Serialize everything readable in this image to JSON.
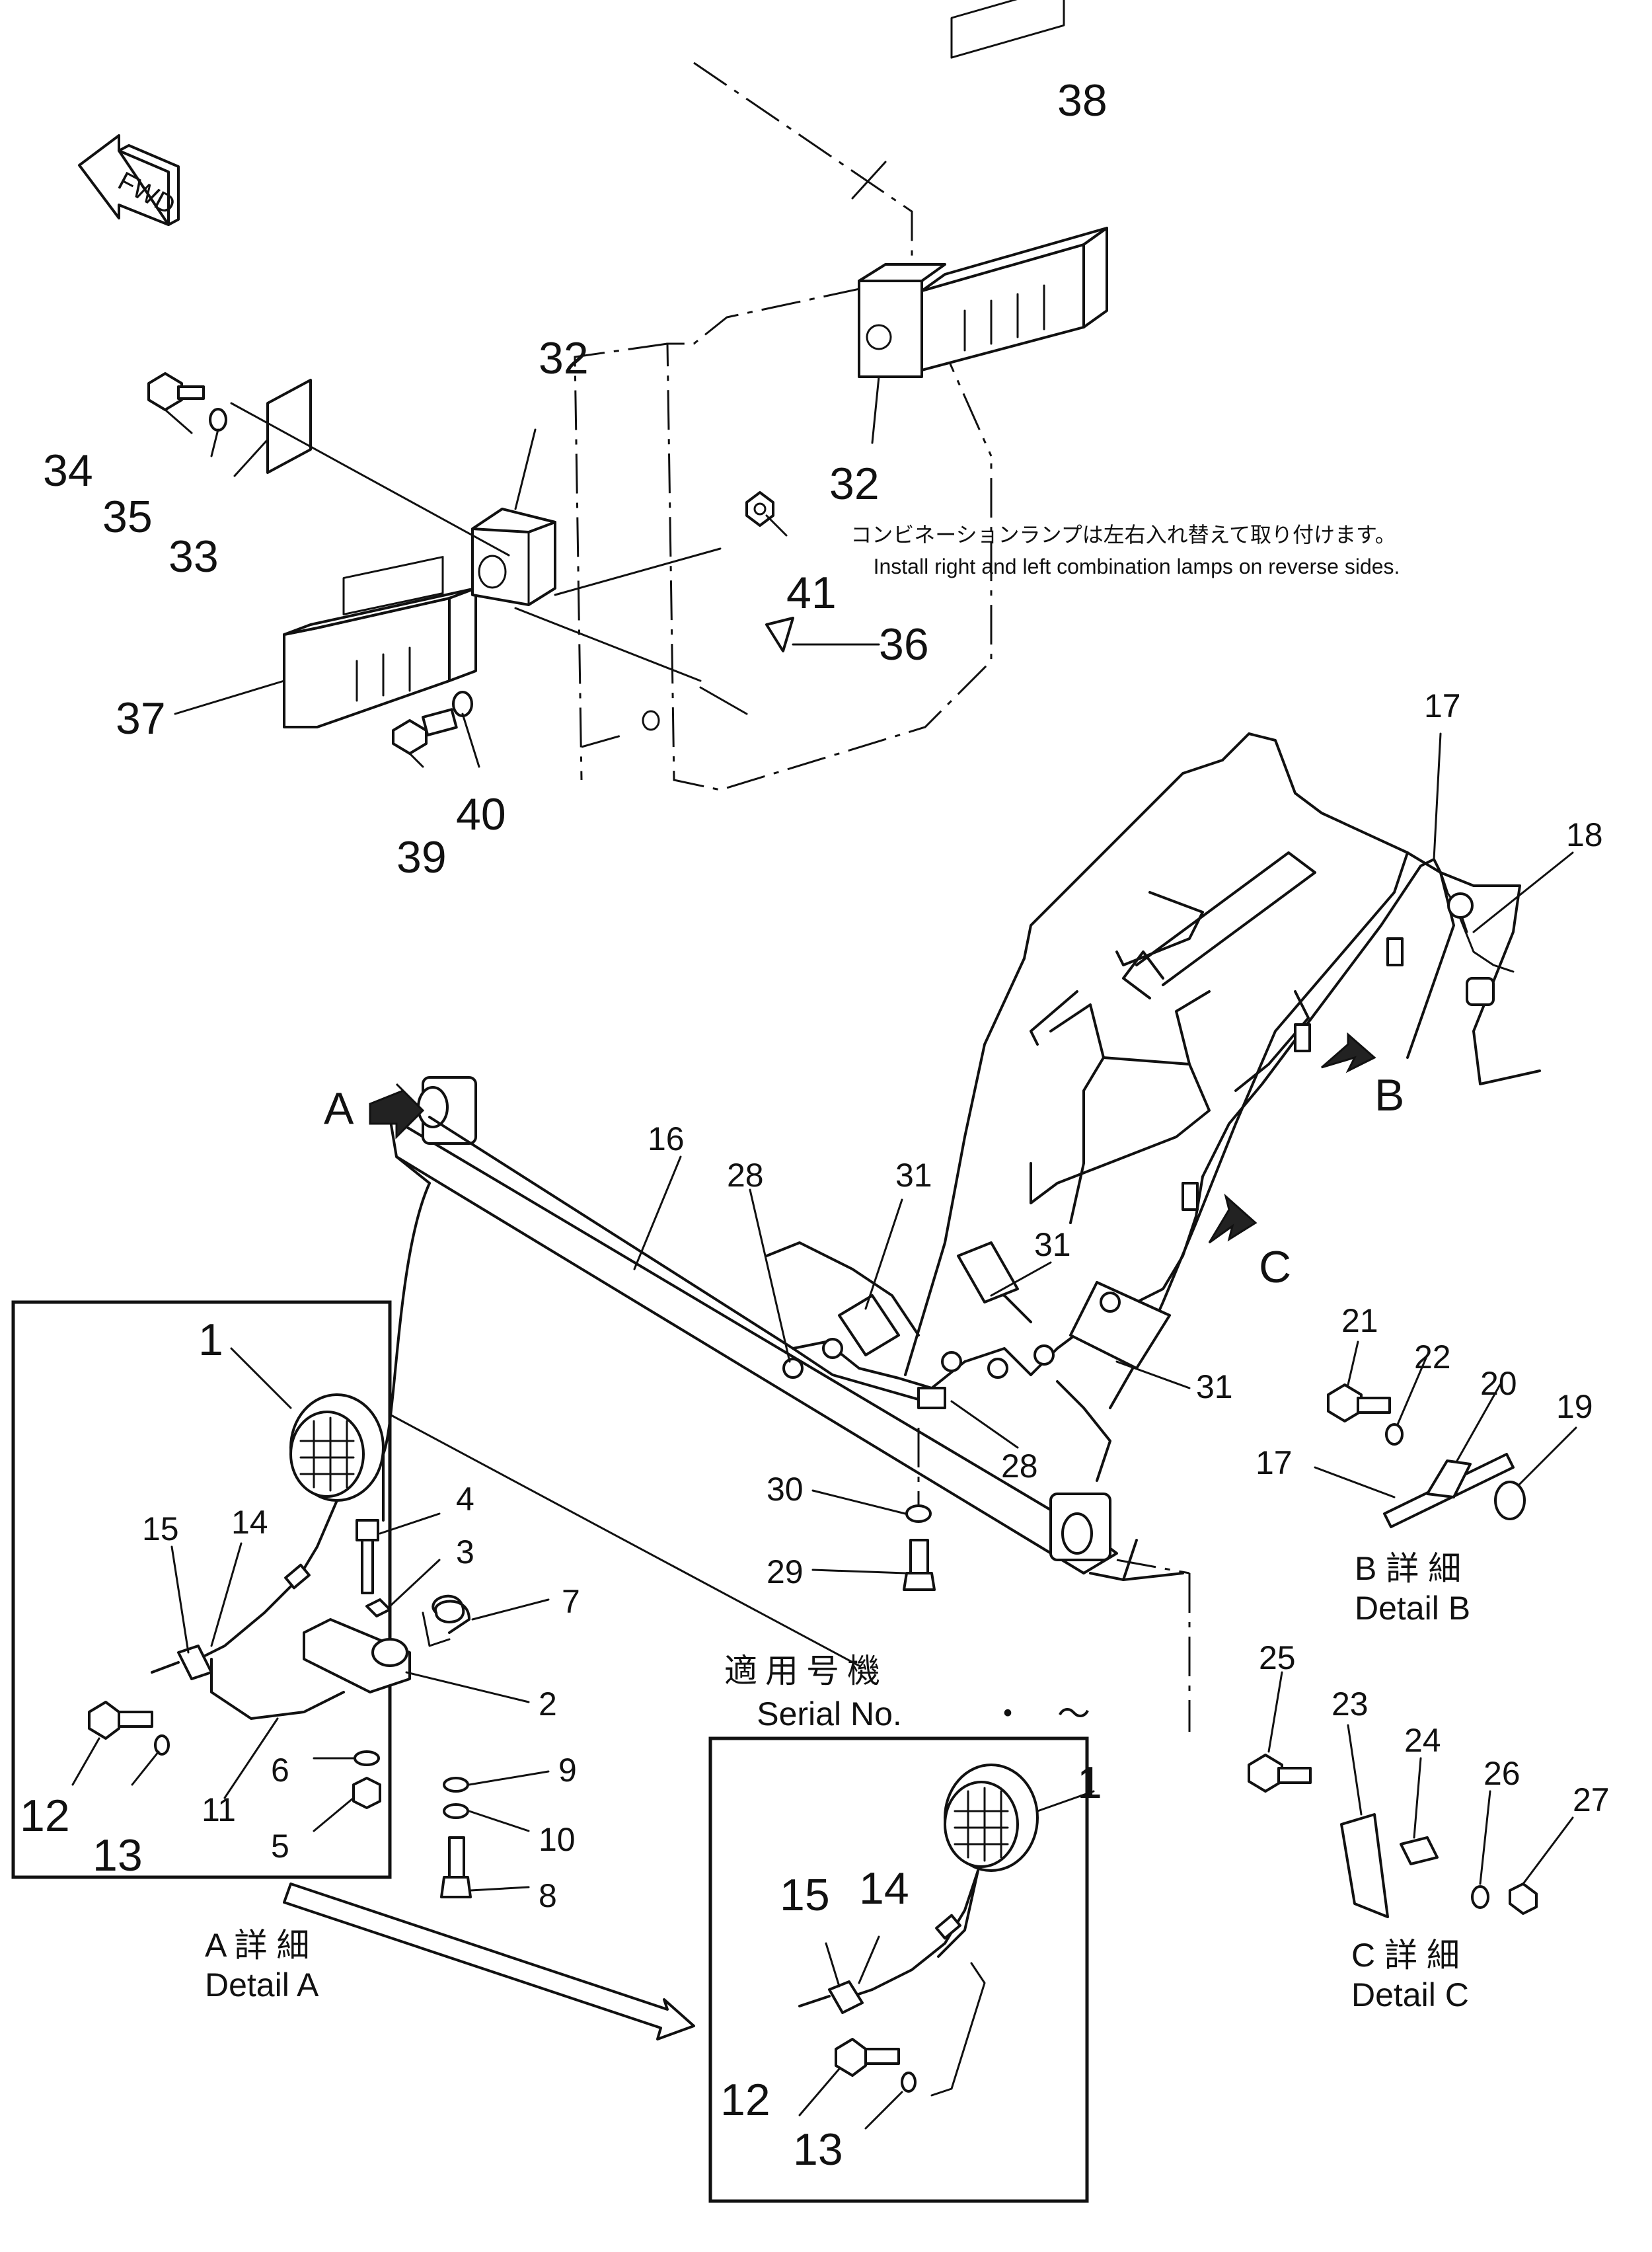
{
  "fwd_label": "FWD",
  "note": {
    "ja": "コンビネーションランプは左右入れ替えて取り付けます。",
    "en": "Install right and left combination lamps on reverse sides."
  },
  "serial": {
    "ja": "適用号機",
    "label": "Serial No.",
    "range": "・　～"
  },
  "arrow_labels": {
    "a": "A",
    "b": "B",
    "c": "C"
  },
  "detail_labels": {
    "a_ja": "A 詳 細",
    "a_en": "Detail A",
    "b_ja": "B 詳 細",
    "b_en": "Detail B",
    "c_ja": "C 詳 細",
    "c_en": "Detail C"
  },
  "callouts": {
    "c1a": "1",
    "c1b": "1",
    "c2": "2",
    "c3": "3",
    "c4": "4",
    "c5": "5",
    "c6": "6",
    "c7": "7",
    "c8": "8",
    "c9": "9",
    "c10": "10",
    "c11": "11",
    "c12a": "12",
    "c12b": "12",
    "c13a": "13",
    "c13b": "13",
    "c14a": "14",
    "c14b": "14",
    "c15a": "15",
    "c15b": "15",
    "c16": "16",
    "c17a": "17",
    "c17b": "17",
    "c18": "18",
    "c19": "19",
    "c20": "20",
    "c21": "21",
    "c22": "22",
    "c23": "23",
    "c24": "24",
    "c25": "25",
    "c26": "26",
    "c27": "27",
    "c28a": "28",
    "c28b": "28",
    "c29": "29",
    "c30": "30",
    "c31a": "31",
    "c31b": "31",
    "c31c": "31",
    "c32a": "32",
    "c32b": "32",
    "c33": "33",
    "c34": "34",
    "c35": "35",
    "c36": "36",
    "c37": "37",
    "c38": "38",
    "c39": "39",
    "c40": "40",
    "c41": "41"
  }
}
